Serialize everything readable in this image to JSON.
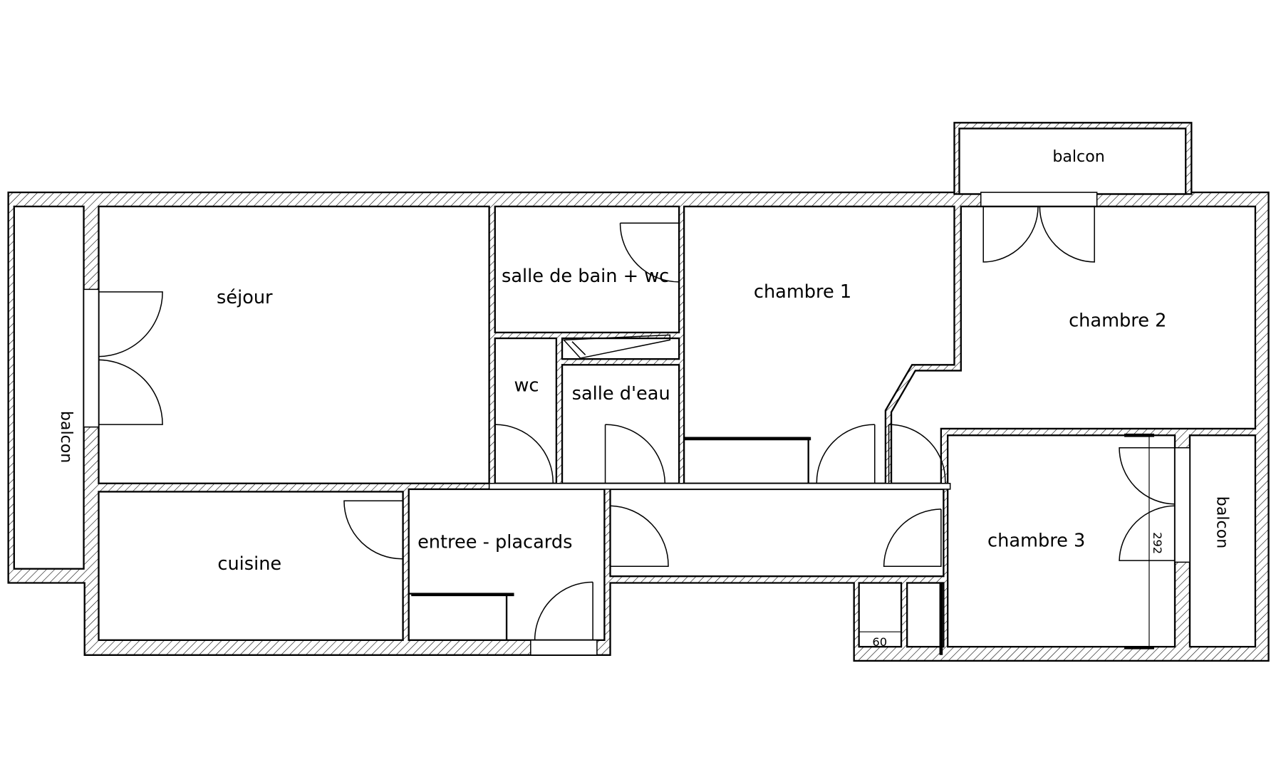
{
  "plan": {
    "rooms": {
      "sejour": "séjour",
      "salle_de_bain": "salle de bain + wc",
      "wc": "wc",
      "salle_eau": "salle d'eau",
      "chambre1": "chambre 1",
      "chambre2": "chambre 2",
      "chambre3": "chambre 3",
      "cuisine": "cuisine",
      "entree": "entree - placards",
      "balcon_left": "balcon",
      "balcon_top": "balcon",
      "balcon_right": "balcon"
    },
    "dimensions": {
      "chambre3_height": "292",
      "closet_width": "60"
    },
    "colors": {
      "line": "#000000",
      "background": "#ffffff"
    }
  }
}
